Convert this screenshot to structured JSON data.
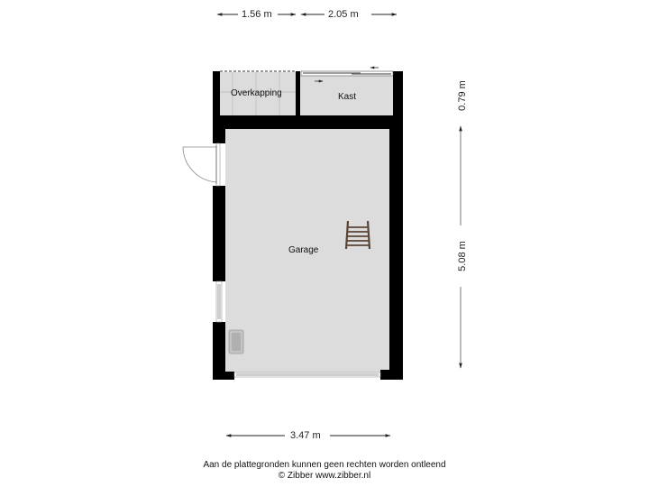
{
  "plan": {
    "rooms": [
      {
        "name": "Overkapping"
      },
      {
        "name": "Kast"
      },
      {
        "name": "Garage"
      }
    ]
  },
  "dimensions": {
    "top_left": "1.56 m",
    "top_right": "2.05 m",
    "right_upper": "0.79 m",
    "right_lower": "5.08 m",
    "bottom": "3.47 m"
  },
  "symbols": {
    "ladder": "ladder-icon",
    "sink": "sink-icon",
    "door": "door-swing-icon",
    "sliding_arrows": "arrow-icon"
  },
  "colors": {
    "wall": "#000000",
    "floor": "#dcdcdc",
    "ladder": "#5c4535",
    "dim_line": "#222222"
  },
  "footer": {
    "disclaimer": "Aan de plattegronden kunnen geen rechten worden ontleend",
    "copyright": "© Zibber www.zibber.nl"
  }
}
